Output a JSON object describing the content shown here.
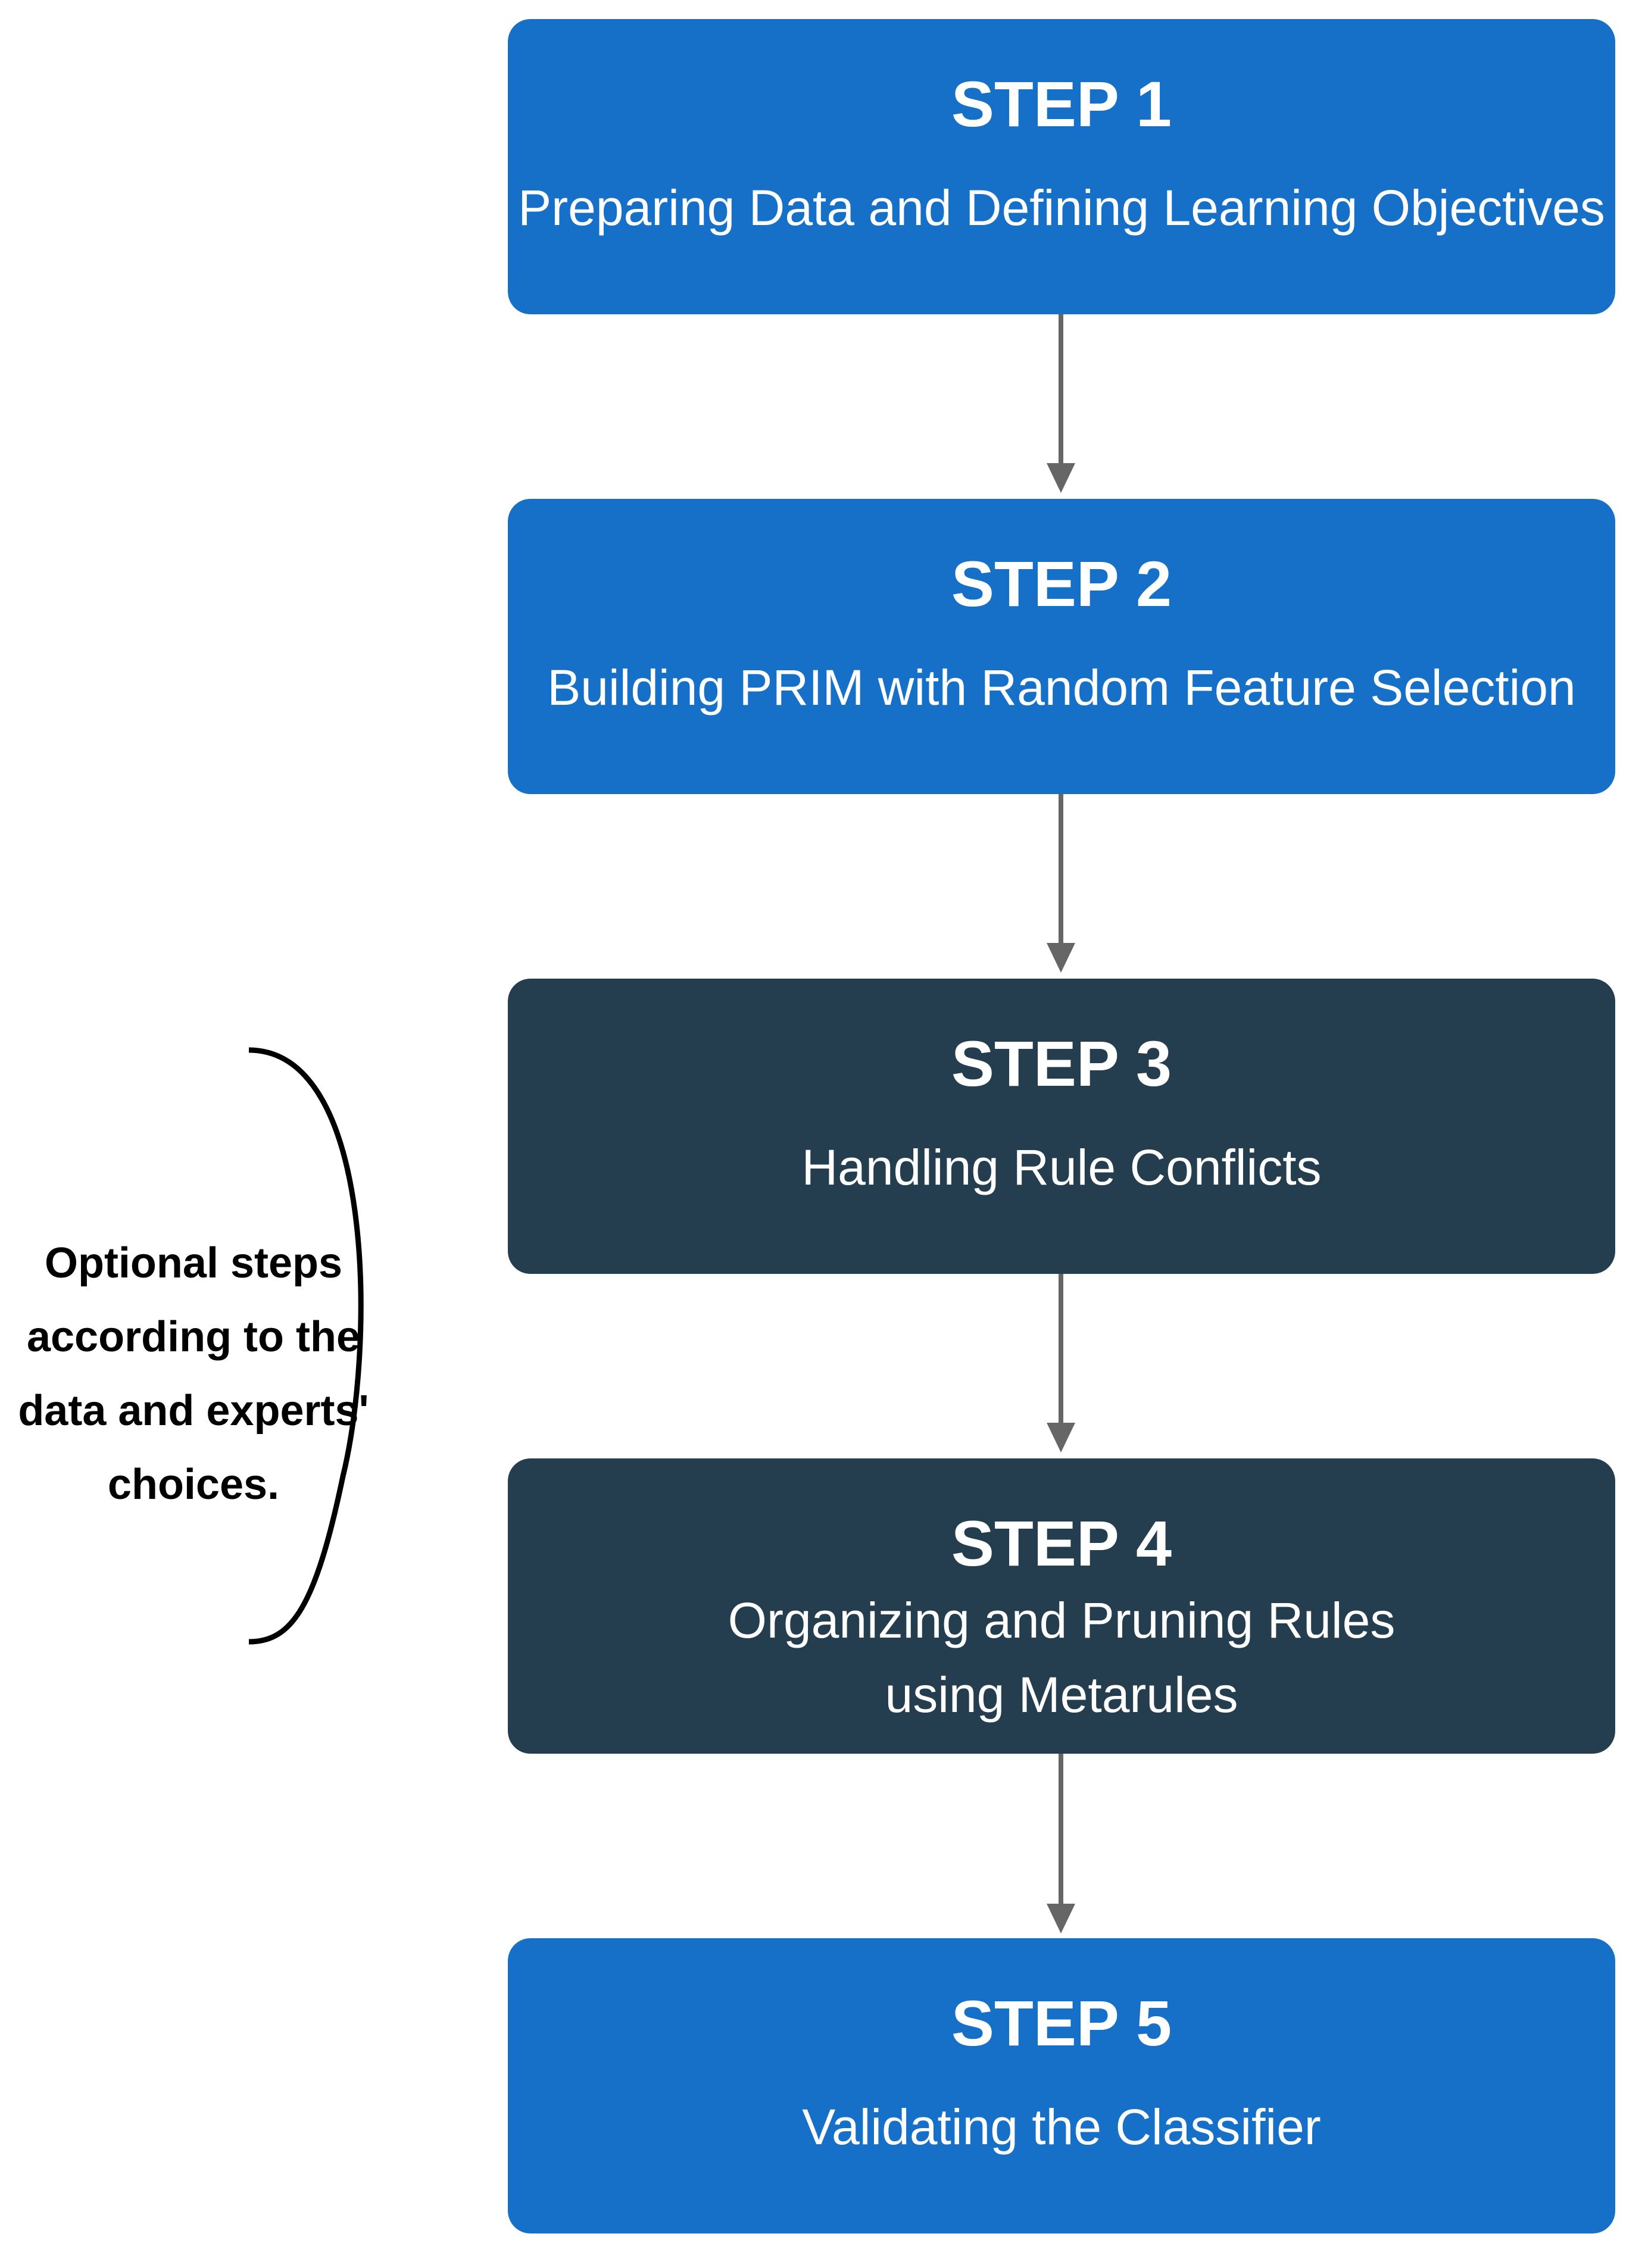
{
  "steps": [
    {
      "title": "STEP 1",
      "description": "Preparing Data and Defining Learning Objectives"
    },
    {
      "title": "STEP 2",
      "description": "Building PRIM with Random Feature Selection"
    },
    {
      "title": "STEP 3",
      "description": "Handling Rule Conflicts"
    },
    {
      "title": "STEP 4",
      "description_line1": "Organizing and Pruning Rules",
      "description_line2": "using Metarules"
    },
    {
      "title": "STEP 5",
      "description": "Validating the Classifier"
    }
  ],
  "optional_note": "Optional steps\naccording to the\ndata and experts'\nchoices.",
  "colors": {
    "step_blue": "#1670c8",
    "step_dark": "#243d4f",
    "arrow": "#666666",
    "bracket": "#000000"
  }
}
